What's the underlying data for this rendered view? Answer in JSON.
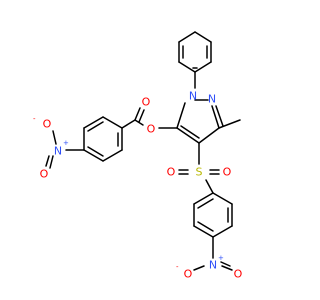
{
  "colors": {
    "bond": "#000000",
    "oxygen": "#ff0000",
    "nitrogen": "#3050f8",
    "sulfur": "#b8b800"
  },
  "atoms": {
    "o_carbonyl": "O",
    "o_ester": "O",
    "n1": "N",
    "n2": "N",
    "s": "S",
    "o_s_left": "O",
    "o_s_right": "O",
    "n_nitro_left": "N",
    "o_nitro_left_top": "O",
    "o_nitro_left_bottom": "O",
    "n_nitro_bottom": "N",
    "o_nitro_bottom_left": "O",
    "o_nitro_bottom_right": "O"
  },
  "charges": {
    "plus": "+",
    "minus": "-"
  }
}
